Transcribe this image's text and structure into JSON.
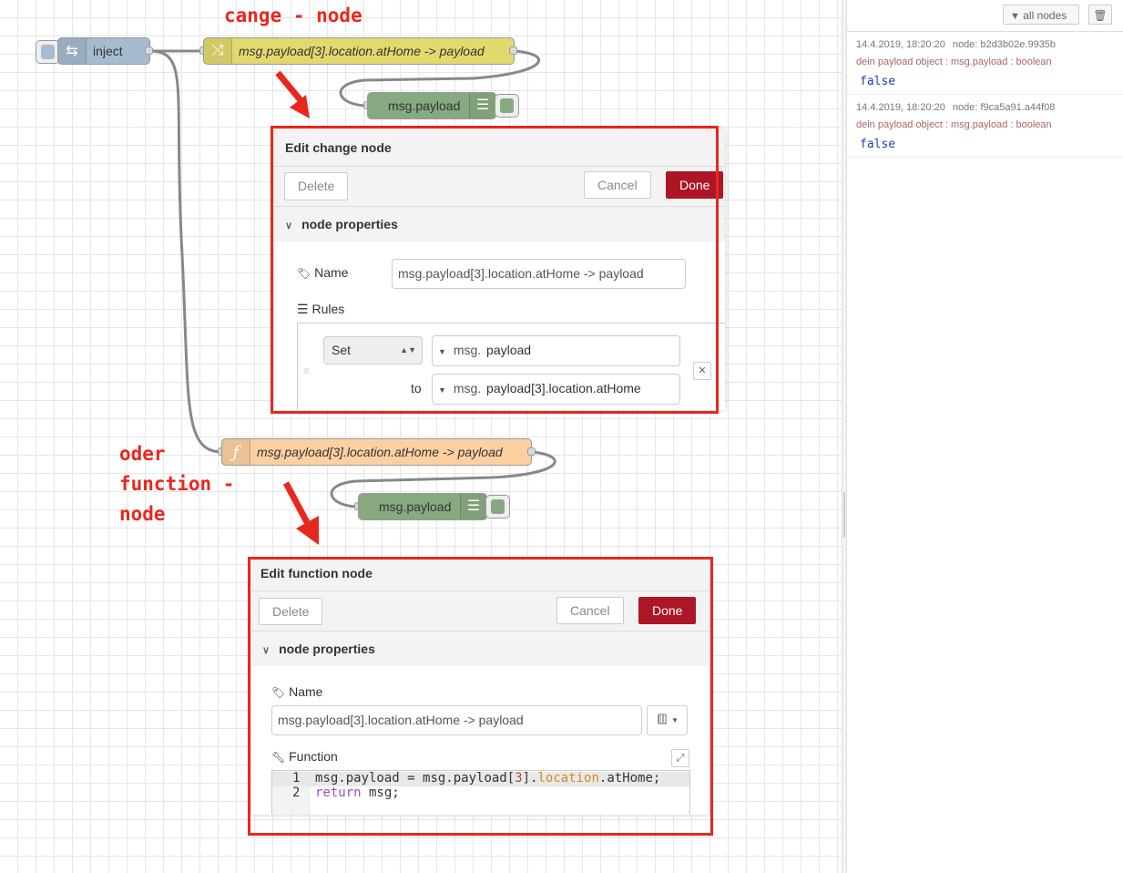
{
  "annotations": {
    "change_node": "cange - node",
    "function_node": "oder\nfunction -\nnode"
  },
  "flow": {
    "inject_label": "inject",
    "change_label": "msg.payload[3].location.atHome -> payload",
    "debug1_label": "msg.payload",
    "function_label": "msg.payload[3].location.atHome -> payload",
    "debug2_label": "msg.payload"
  },
  "change_dialog": {
    "title": "Edit change node",
    "delete": "Delete",
    "cancel": "Cancel",
    "done": "Done",
    "section": "node properties",
    "name_label": "Name",
    "name_value": "msg.payload[3].location.atHome -> payload",
    "rules_label": "Rules",
    "rule_action": "Set",
    "rule_prefix1": "msg.",
    "rule_target": "payload",
    "to_label": "to",
    "rule_prefix2": "msg.",
    "rule_source": "payload[3].location.atHome"
  },
  "function_dialog": {
    "title": "Edit function node",
    "delete": "Delete",
    "cancel": "Cancel",
    "done": "Done",
    "section": "node properties",
    "name_label": "Name",
    "name_value": "msg.payload[3].location.atHome -> payload",
    "function_label": "Function",
    "line1_no": "1",
    "line2_no": "2",
    "code1_a": "msg.payload",
    "code1_eq": " = ",
    "code1_b": "msg.payload[",
    "code1_num": "3",
    "code1_c": "].",
    "code1_prop": "location",
    "code1_d": ".atHome;",
    "code2_kw": "return",
    "code2_rest": " msg;"
  },
  "sidebar": {
    "filter_label": "all nodes",
    "messages": [
      {
        "time": "14.4.2019, 18:20:20",
        "node": "node: b2d3b02e.9935b",
        "topic": "dein payload object : msg.payload : boolean",
        "value": "false"
      },
      {
        "time": "14.4.2019, 18:20:20",
        "node": "node: f9ca5a91.a44f08",
        "topic": "dein payload object : msg.payload : boolean",
        "value": "false"
      }
    ]
  },
  "colors": {
    "inject": "#a6bbcf",
    "change": "#e2d96e",
    "debug": "#87a980",
    "function": "#fdd0a2",
    "annotation": "#e8281e",
    "done_button": "#ad1625"
  }
}
